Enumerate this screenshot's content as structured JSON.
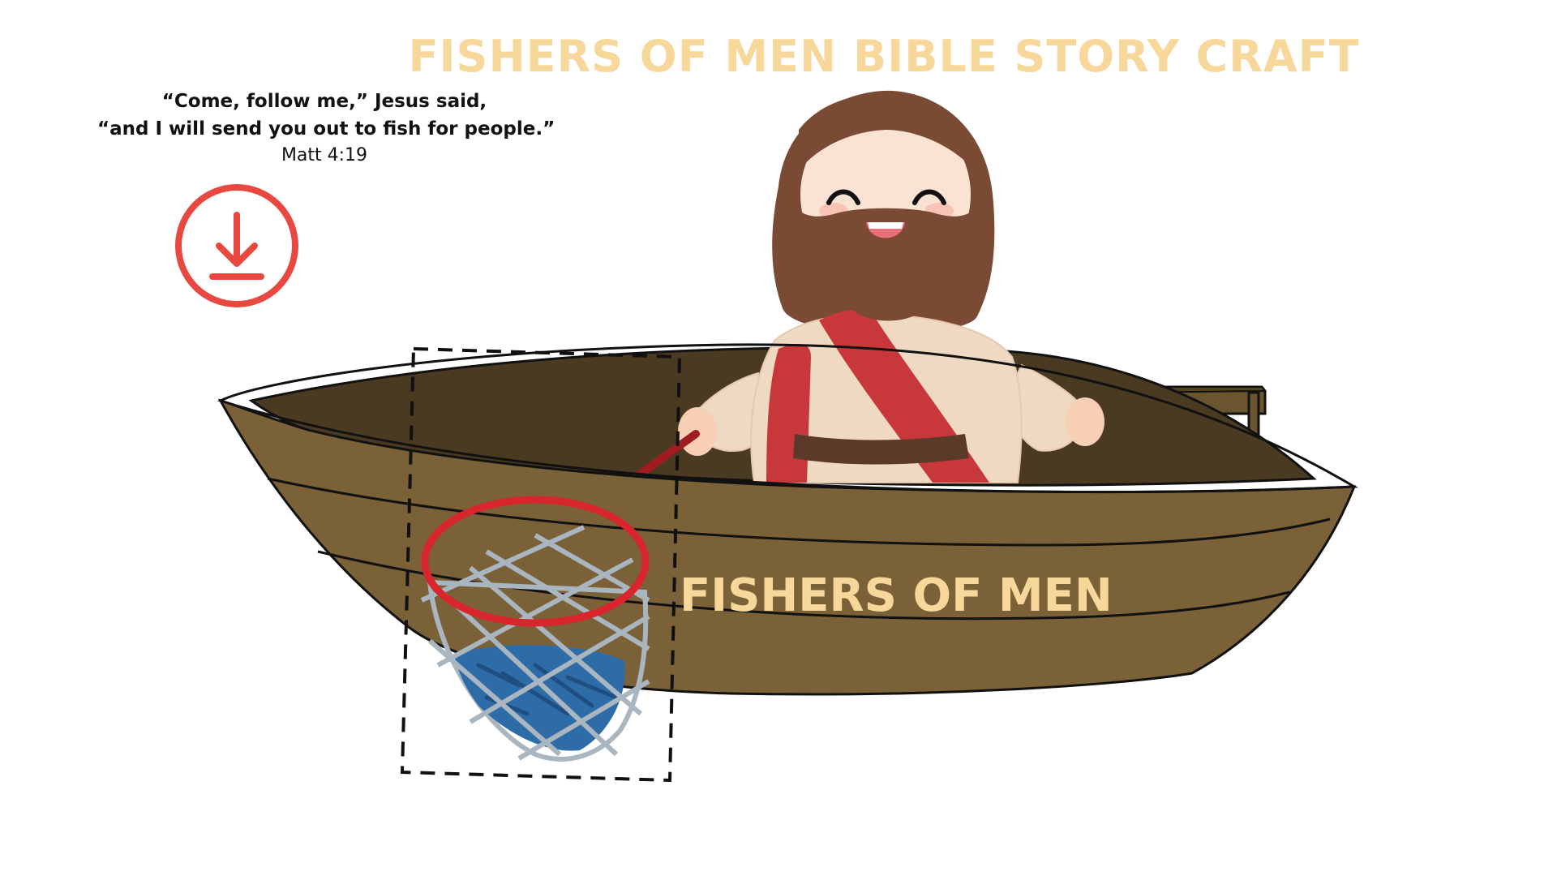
{
  "page": {
    "title": "FISHERS OF MEN BIBLE STORY CRAFT"
  },
  "verse": {
    "line1": "“Come, follow me,” Jesus said,",
    "line2": "“and I will send you out to fish for people.”",
    "reference": "Matt 4:19"
  },
  "download": {
    "icon": "download-icon",
    "color": "#E8483F"
  },
  "boat": {
    "label": "FISHERS OF MEN"
  },
  "colors": {
    "title": "#F7D79A",
    "boat_hull": "#7A6138",
    "boat_interior": "#4A3A22",
    "robe": "#F0D9C2",
    "sash": "#C8383A",
    "hair": "#7A4A35",
    "net_rim": "#D8262C",
    "net_mesh": "#A9B6C0",
    "fish": "#2E6CA8"
  }
}
